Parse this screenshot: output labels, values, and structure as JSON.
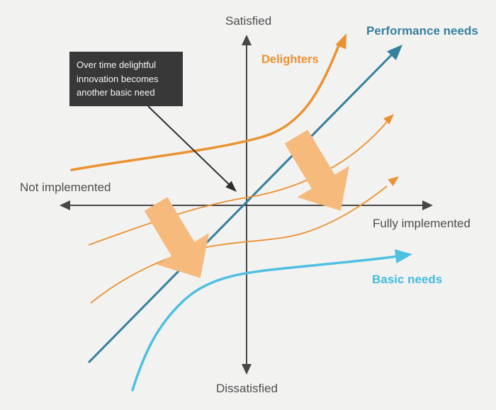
{
  "diagram": {
    "type": "kano-model",
    "background_color": "#F2F2F1",
    "axes": {
      "color": "#474747",
      "top_label": "Satisfied",
      "bottom_label": "Dissatisfied",
      "left_label": "Not implemented",
      "right_label": "Fully implemented"
    },
    "curves": [
      {
        "id": "delighters",
        "label": "Delighters",
        "color": "#EC9130",
        "style": "thick rising exponential, upper area"
      },
      {
        "id": "performance",
        "label": "Performance needs",
        "color": "#35809F",
        "style": "straight diagonal through origin"
      },
      {
        "id": "basic",
        "label": "Basic needs",
        "color": "#4EC0E1",
        "style": "thick saturating curve, lower right"
      },
      {
        "id": "delighters-shift-1",
        "label": "",
        "color": "#EC9130",
        "style": "thin copy of delighters shifted down-right"
      },
      {
        "id": "delighters-shift-2",
        "label": "",
        "color": "#EC9130",
        "style": "thin copy of delighters shifted further down-right"
      }
    ],
    "annotation": {
      "text": "Over time delightful innovation becomes another basic need",
      "bg_color": "#383838",
      "text_color": "#F5F5F5",
      "points_to": "origin of axes"
    },
    "shift_arrows": {
      "count": 2,
      "direction": "down-right",
      "color": "#F6BA7D",
      "meaning": "delighter curves drift downward over time"
    }
  }
}
